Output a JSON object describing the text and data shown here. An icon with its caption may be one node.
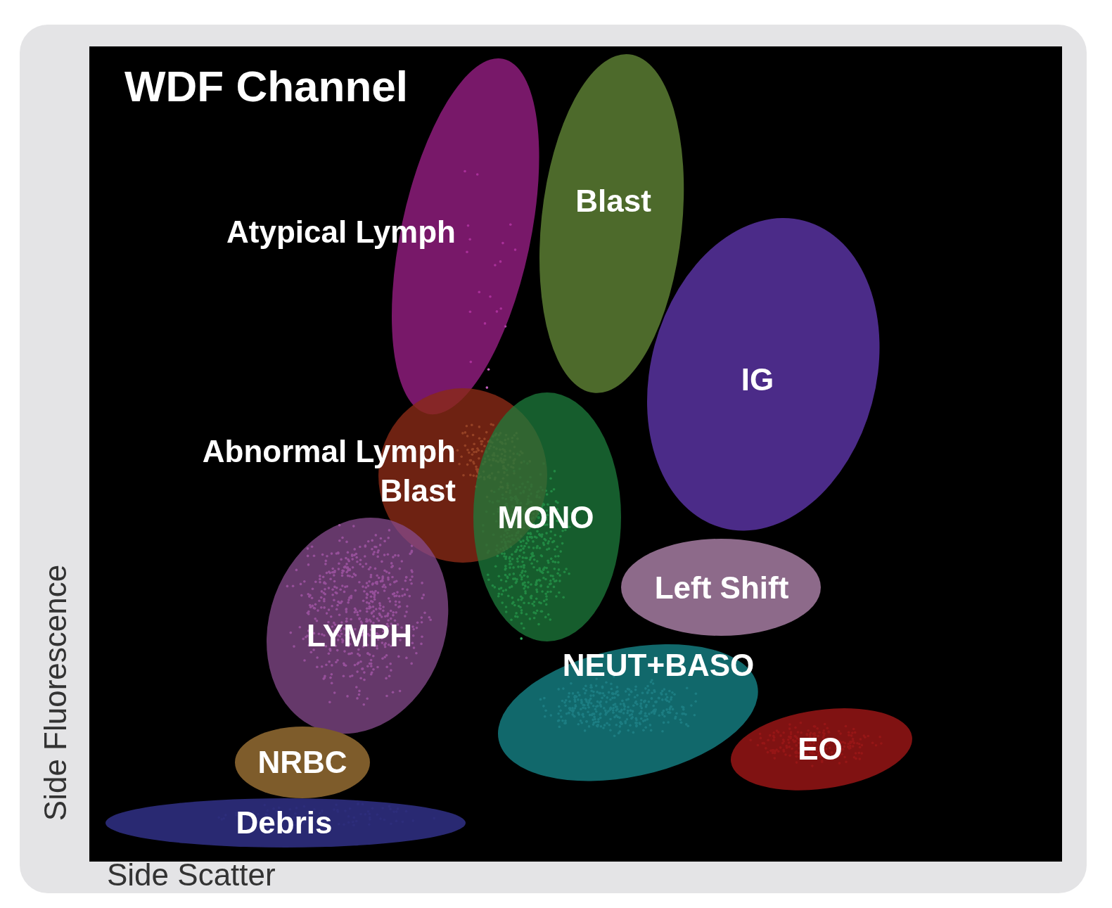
{
  "diagram": {
    "title": "WDF Channel",
    "nodes": [
      {
        "text": [
          "Atypical Lymph"
        ]
      },
      {
        "text": [
          "Blast"
        ]
      },
      {
        "text": [
          "IG"
        ]
      },
      {
        "text": [
          "Abnormal Lymph Blast"
        ]
      },
      {
        "text": [
          "MONO"
        ]
      },
      {
        "text": [
          "Left Shift"
        ]
      },
      {
        "text": [
          "LYMPH"
        ]
      },
      {
        "text": [
          "NEUT+BASO"
        ]
      },
      {
        "text": [
          "EO"
        ]
      },
      {
        "text": [
          "NRBC"
        ]
      },
      {
        "text": [
          "Debris"
        ]
      }
    ],
    "labels": [
      "Side Fluorescence",
      "Side Scatter"
    ]
  }
}
